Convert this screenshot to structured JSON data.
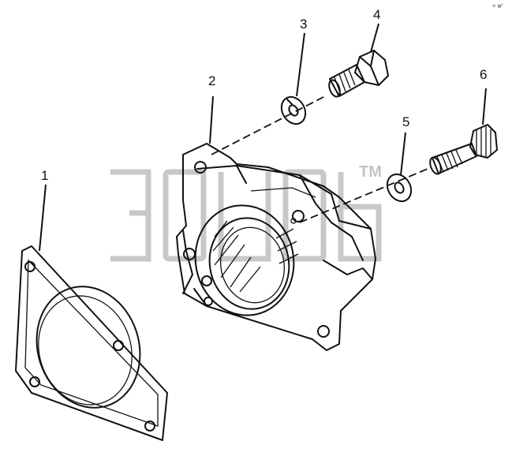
{
  "diagram": {
    "callouts": [
      "1",
      "2",
      "3",
      "4",
      "5",
      "6"
    ],
    "watermark": {
      "mark": "TM"
    },
    "corner_mark": "≈ e⁄"
  },
  "colors": {
    "line": "#111111",
    "watermark": "#c8c8c8",
    "background": "#ffffff"
  }
}
